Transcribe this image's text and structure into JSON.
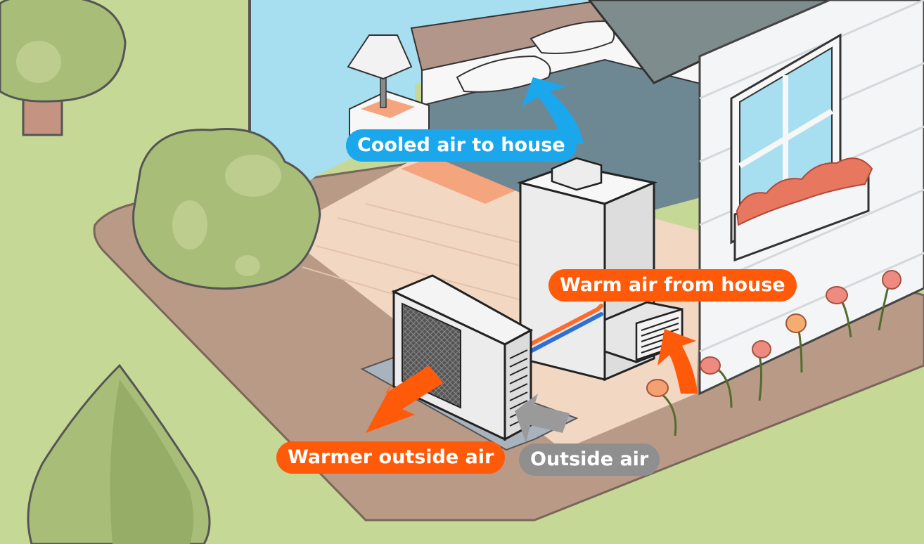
{
  "labels": {
    "cooled_air": "Cooled air to house",
    "warm_air_from_house": "Warm air from house",
    "warmer_outside_air": "Warmer outside air",
    "outside_air": "Outside air"
  },
  "colors": {
    "cooled_air": "#1aa7ec",
    "warm_air": "#ff5a0a",
    "outside_air": "#8f8f8f",
    "grass": "#c6d896",
    "path": "#b99a87",
    "wall": "#f4f5f6"
  }
}
